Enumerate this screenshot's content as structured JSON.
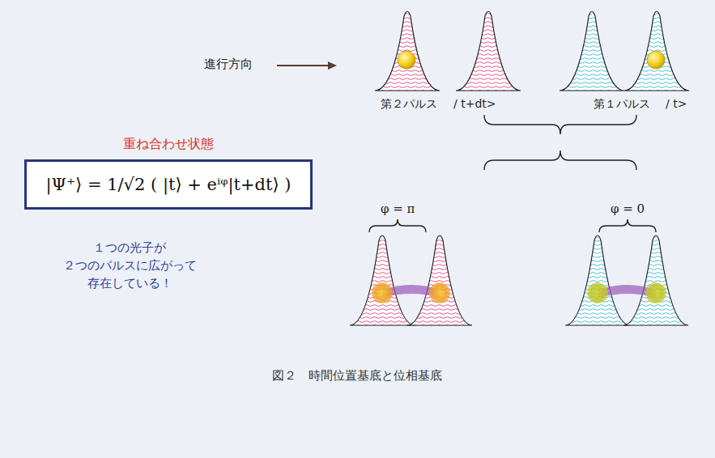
{
  "diagram": {
    "caption": "図２　時間位置基底と位相基底",
    "nodes": [
      {
        "text": [
          "重ね合わせ状態",
          "|Ψ⁺⟩ = 1/√2 ( |t⟩ + eⁱᵠ|t+dt⟩ )"
        ]
      }
    ],
    "labels": [
      "進行方向",
      "第２パルス",
      "/ t+dt>",
      "第１パルス",
      "/ t>",
      "φ = π",
      "φ = 0",
      "１つの光子が ２つのパルスに広がって 存在している！"
    ]
  }
}
